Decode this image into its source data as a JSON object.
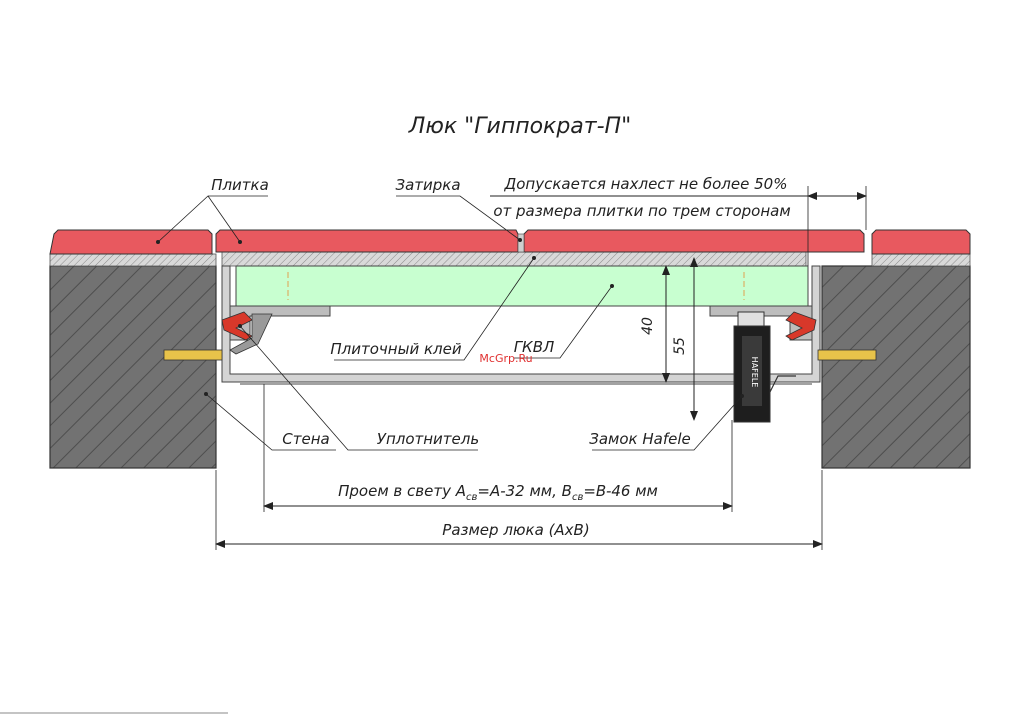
{
  "title": "Люк \"Гиппократ-П\"",
  "labels": {
    "tile": "Плитка",
    "grout": "Затирка",
    "overlap_line1": "Допускается нахлест не более 50%",
    "overlap_line2": "от размера плитки по трем сторонам",
    "tile_adhesive": "Плиточный клей",
    "gypsum_board": "ГКВЛ",
    "wall": "Стена",
    "seal": "Уплотнитель",
    "lock": "Замок Hafele",
    "lock_brand": "HAFELE"
  },
  "dimensions": {
    "d40": "40",
    "d55": "55",
    "opening_prefix": "Проем в свету A",
    "opening_sub1": "св",
    "opening_mid": "=A-32 мм, B",
    "opening_sub2": "св",
    "opening_suffix": "=B-46 мм",
    "hatch_size": "Размер люка (AxB)"
  },
  "watermark": "McGrp.Ru",
  "colors": {
    "tile": "#e8595f",
    "adhesive": "#c8ffd0",
    "wall": "#6e6e6e",
    "seal": "#d8382a",
    "bolt": "#e8c34a",
    "frame": "#cfcfcf"
  }
}
